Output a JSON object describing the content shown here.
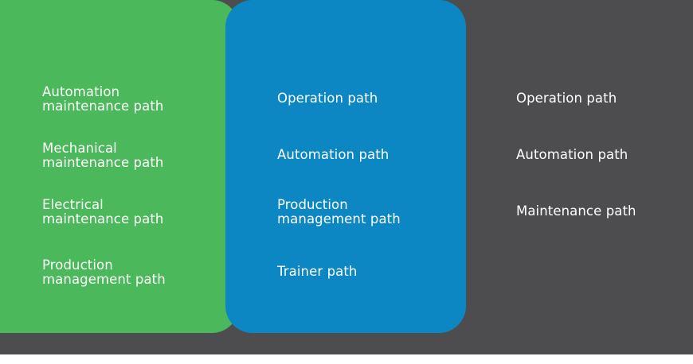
{
  "diagram": {
    "title": "Career path columns",
    "colors": {
      "green": "#4cb85c",
      "blue": "#0c87c3",
      "gray": "#4d4d4f",
      "text": "#ffffff",
      "page_background": "#ffffff"
    }
  },
  "columns": [
    {
      "id": "green",
      "color": "#4cb85c",
      "items": [
        {
          "label": "Automation\nmaintenance path"
        },
        {
          "label": "Mechanical\nmaintenance path"
        },
        {
          "label": "Electrical\nmaintenance path"
        },
        {
          "label": "Production\nmanagement path"
        }
      ]
    },
    {
      "id": "blue",
      "color": "#0c87c3",
      "items": [
        {
          "label": "Operation path"
        },
        {
          "label": "Automation path"
        },
        {
          "label": "Production\nmanagement path"
        },
        {
          "label": "Trainer path"
        }
      ]
    },
    {
      "id": "gray",
      "color": "#4d4d4f",
      "items": [
        {
          "label": "Operation path"
        },
        {
          "label": "Automation path"
        },
        {
          "label": "Maintenance path"
        }
      ]
    }
  ]
}
